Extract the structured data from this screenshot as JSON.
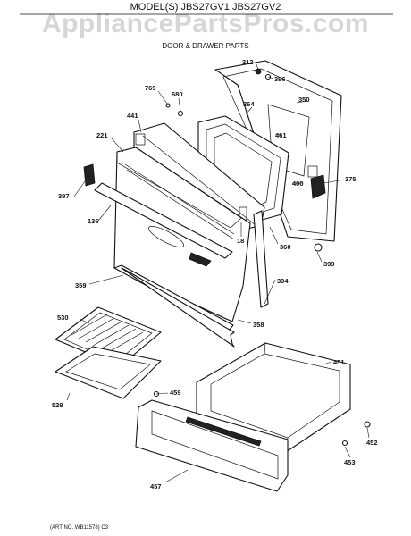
{
  "header": {
    "watermark": "AppliancePartsPros.com",
    "model_line": "MODEL(S) JBS27GV1  JBS27GV2",
    "section_title": "DOOR & DRAWER PARTS"
  },
  "footer": {
    "art_no": "(ART NO. WB11578) C3"
  },
  "parts": [
    {
      "number": "312"
    },
    {
      "number": "396"
    },
    {
      "number": "769"
    },
    {
      "number": "680"
    },
    {
      "number": "350"
    },
    {
      "number": "364"
    },
    {
      "number": "441"
    },
    {
      "number": "461"
    },
    {
      "number": "221"
    },
    {
      "number": "400"
    },
    {
      "number": "375"
    },
    {
      "number": "397"
    },
    {
      "number": "136"
    },
    {
      "number": "18"
    },
    {
      "number": "360"
    },
    {
      "number": "399"
    },
    {
      "number": "359"
    },
    {
      "number": "394"
    },
    {
      "number": "358"
    },
    {
      "number": "530"
    },
    {
      "number": "451"
    },
    {
      "number": "459"
    },
    {
      "number": "529"
    },
    {
      "number": "452"
    },
    {
      "number": "453"
    },
    {
      "number": "457"
    }
  ]
}
